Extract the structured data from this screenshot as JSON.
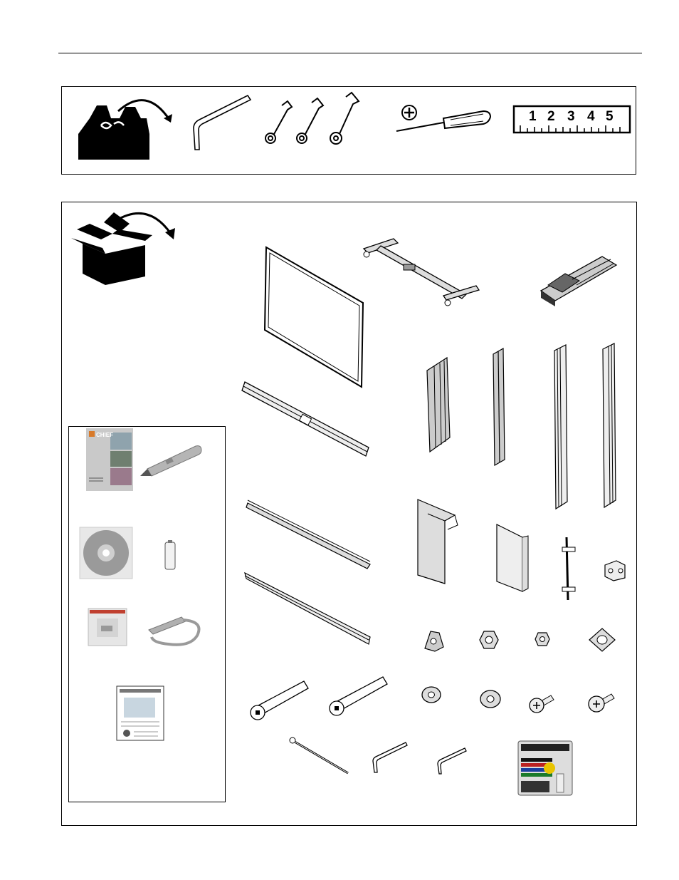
{
  "ruler": {
    "numbers": [
      "1",
      "2",
      "3",
      "4",
      "5"
    ]
  },
  "manual": {
    "brand": "CHIEF"
  },
  "icons": {
    "toolbox": "toolbox-icon",
    "box": "open-box-icon",
    "rotate": "rotate-arrow-icon",
    "plus": "phillips-plus-icon"
  },
  "colors": {
    "line": "#000000",
    "paper": "#ffffff",
    "part_fill": "#e6e6e6",
    "photo_gray": "#b5b5b5"
  }
}
